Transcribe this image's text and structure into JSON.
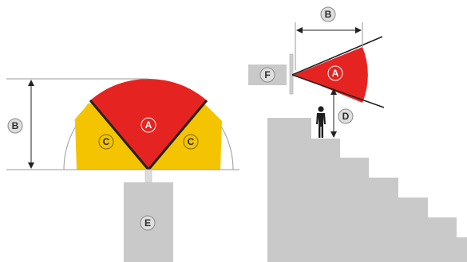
{
  "labels": {
    "a": "A",
    "b": "B",
    "c": "C",
    "d": "D",
    "e": "E",
    "f": "F"
  },
  "colors": {
    "zone_a": "#e52421",
    "zone_c": "#f4c400",
    "structure": "#c9c9c9",
    "line": "#222222",
    "thin": "#9a9a9a"
  },
  "icons": {
    "person": "person-icon"
  }
}
